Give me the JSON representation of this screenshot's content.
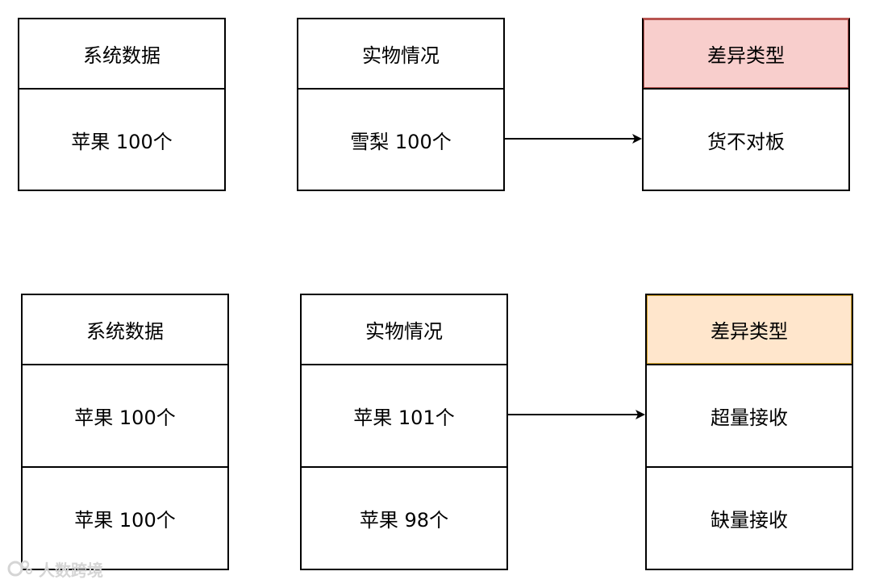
{
  "colors": {
    "red_fill": "#f8cecc",
    "red_stroke": "#b85450",
    "orange_fill": "#ffe6cc",
    "orange_stroke": "#d6a32a"
  },
  "row1": {
    "system": {
      "header": "系统数据",
      "cells": [
        "苹果 100个"
      ]
    },
    "actual": {
      "header": "实物情况",
      "cells": [
        "雪梨 100个"
      ]
    },
    "diff": {
      "header": "差异类型",
      "cells": [
        "货不对板"
      ]
    }
  },
  "row2": {
    "system": {
      "header": "系统数据",
      "cells": [
        "苹果 100个",
        "苹果 100个"
      ]
    },
    "actual": {
      "header": "实物情况",
      "cells": [
        "苹果 101个",
        "苹果 98个"
      ]
    },
    "diff": {
      "header": "差异类型",
      "cells": [
        "超量接收",
        "缺量接收"
      ]
    }
  },
  "watermark": "人数跨境"
}
